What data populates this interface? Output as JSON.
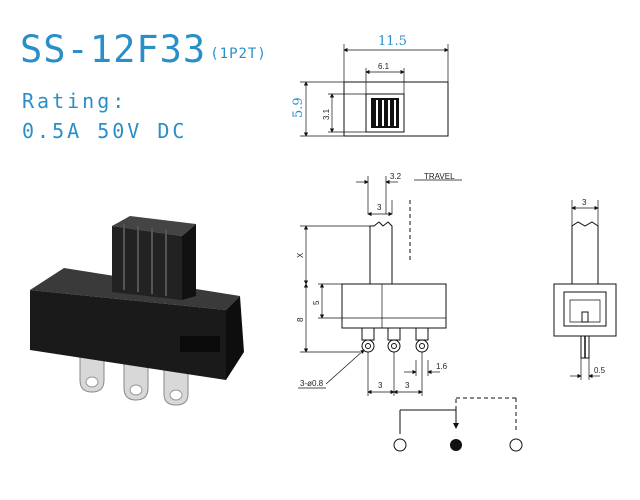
{
  "title": {
    "model": "SS-12F33",
    "config": "(1P2T)"
  },
  "rating": {
    "label": "Rating:",
    "value": "0.5A  50V  DC"
  },
  "dimensions": {
    "width": "11.5",
    "height": "5.9",
    "slot_width": "6.1",
    "slot_height": "3.1",
    "travel_value": "3.2",
    "travel_label": "TRAVEL",
    "actuator_width": "3",
    "actuator_height": "X",
    "body_height": "5",
    "total_height": "8",
    "pin_hole": "3-ø0.8",
    "pin_pitch_left": "3",
    "pin_pitch_right": "3",
    "pin_length": "1.6",
    "side_actuator": "3",
    "pin_thickness": "0.5"
  },
  "colors": {
    "accent": "#2a8fc8",
    "ink": "#111111",
    "body": "#1a1a1a"
  }
}
